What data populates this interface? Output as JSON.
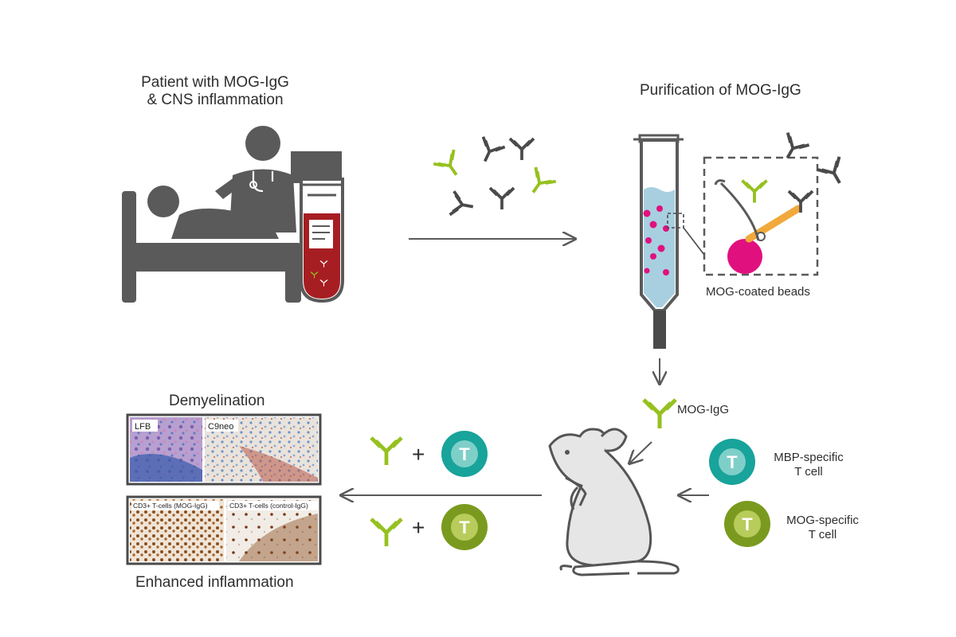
{
  "labels": {
    "patient_line1": "Patient with MOG-IgG",
    "patient_line2": "& CNS inflammation",
    "purification": "Purification of MOG-IgG",
    "beads": "MOG-coated beads",
    "mog_igg": "MOG-IgG",
    "mbp_line1": "MBP-specific",
    "mbp_line2": "T cell",
    "mog_t_line1": "MOG-specific",
    "mog_t_line2": "T cell",
    "demyelination": "Demyelination",
    "enhanced": "Enhanced  inflammation",
    "plus": "+",
    "t_letter": "T",
    "stain_lfb": "LFB",
    "stain_c9neo": "C9neo",
    "cd3_mog": "CD3+ T-cells (MOG-IgG)",
    "cd3_control": "CD3+ T-cells (control-IgG)"
  },
  "colors": {
    "gray": "#5a5a5a",
    "dark_gray": "#4a4a4a",
    "green": "#95c11f",
    "teal": "#18a39b",
    "teal_light": "#7fcfc9",
    "olive": "#7a9a1f",
    "olive_light": "#b7cc5a",
    "blood": "#a61e22",
    "magenta": "#e0117e",
    "column_blue": "#a8cfe0",
    "orange": "#f2a93b",
    "mouse_fill": "#e6e6e6"
  },
  "icons": [
    "bed-icon",
    "patient-icon",
    "doctor-icon",
    "blood-tube-icon",
    "antibody-icon",
    "column-icon",
    "bead-icon",
    "mouse-icon",
    "t-cell-icon",
    "arrow-icon"
  ]
}
